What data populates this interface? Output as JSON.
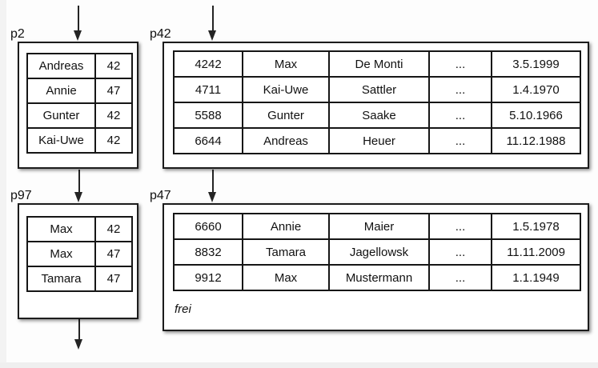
{
  "colors": {
    "line": "#1c1c1c",
    "box_background": "#ffffff",
    "canvas_background": "#fdfdfd",
    "edge_strip": "#f3f3f3"
  },
  "pages": {
    "p2": {
      "label": "p2",
      "rows": [
        [
          "Andreas",
          "42"
        ],
        [
          "Annie",
          "47"
        ],
        [
          "Gunter",
          "42"
        ],
        [
          "Kai-Uwe",
          "42"
        ]
      ]
    },
    "p42": {
      "label": "p42",
      "rows": [
        [
          "4242",
          "Max",
          "De Monti",
          "...",
          "3.5.1999"
        ],
        [
          "4711",
          "Kai-Uwe",
          "Sattler",
          "...",
          "1.4.1970"
        ],
        [
          "5588",
          "Gunter",
          "Saake",
          "...",
          "5.10.1966"
        ],
        [
          "6644",
          "Andreas",
          "Heuer",
          "...",
          "11.12.1988"
        ]
      ]
    },
    "p97": {
      "label": "p97",
      "rows": [
        [
          "Max",
          "42"
        ],
        [
          "Max",
          "47"
        ],
        [
          "Tamara",
          "47"
        ]
      ]
    },
    "p47": {
      "label": "p47",
      "rows": [
        [
          "6660",
          "Annie",
          "Maier",
          "...",
          "1.5.1978"
        ],
        [
          "8832",
          "Tamara",
          "Jagellowsk",
          "...",
          "11.11.2009"
        ],
        [
          "9912",
          "Max",
          "Mustermann",
          "...",
          "1.1.1949"
        ]
      ],
      "free_label": "frei"
    }
  }
}
